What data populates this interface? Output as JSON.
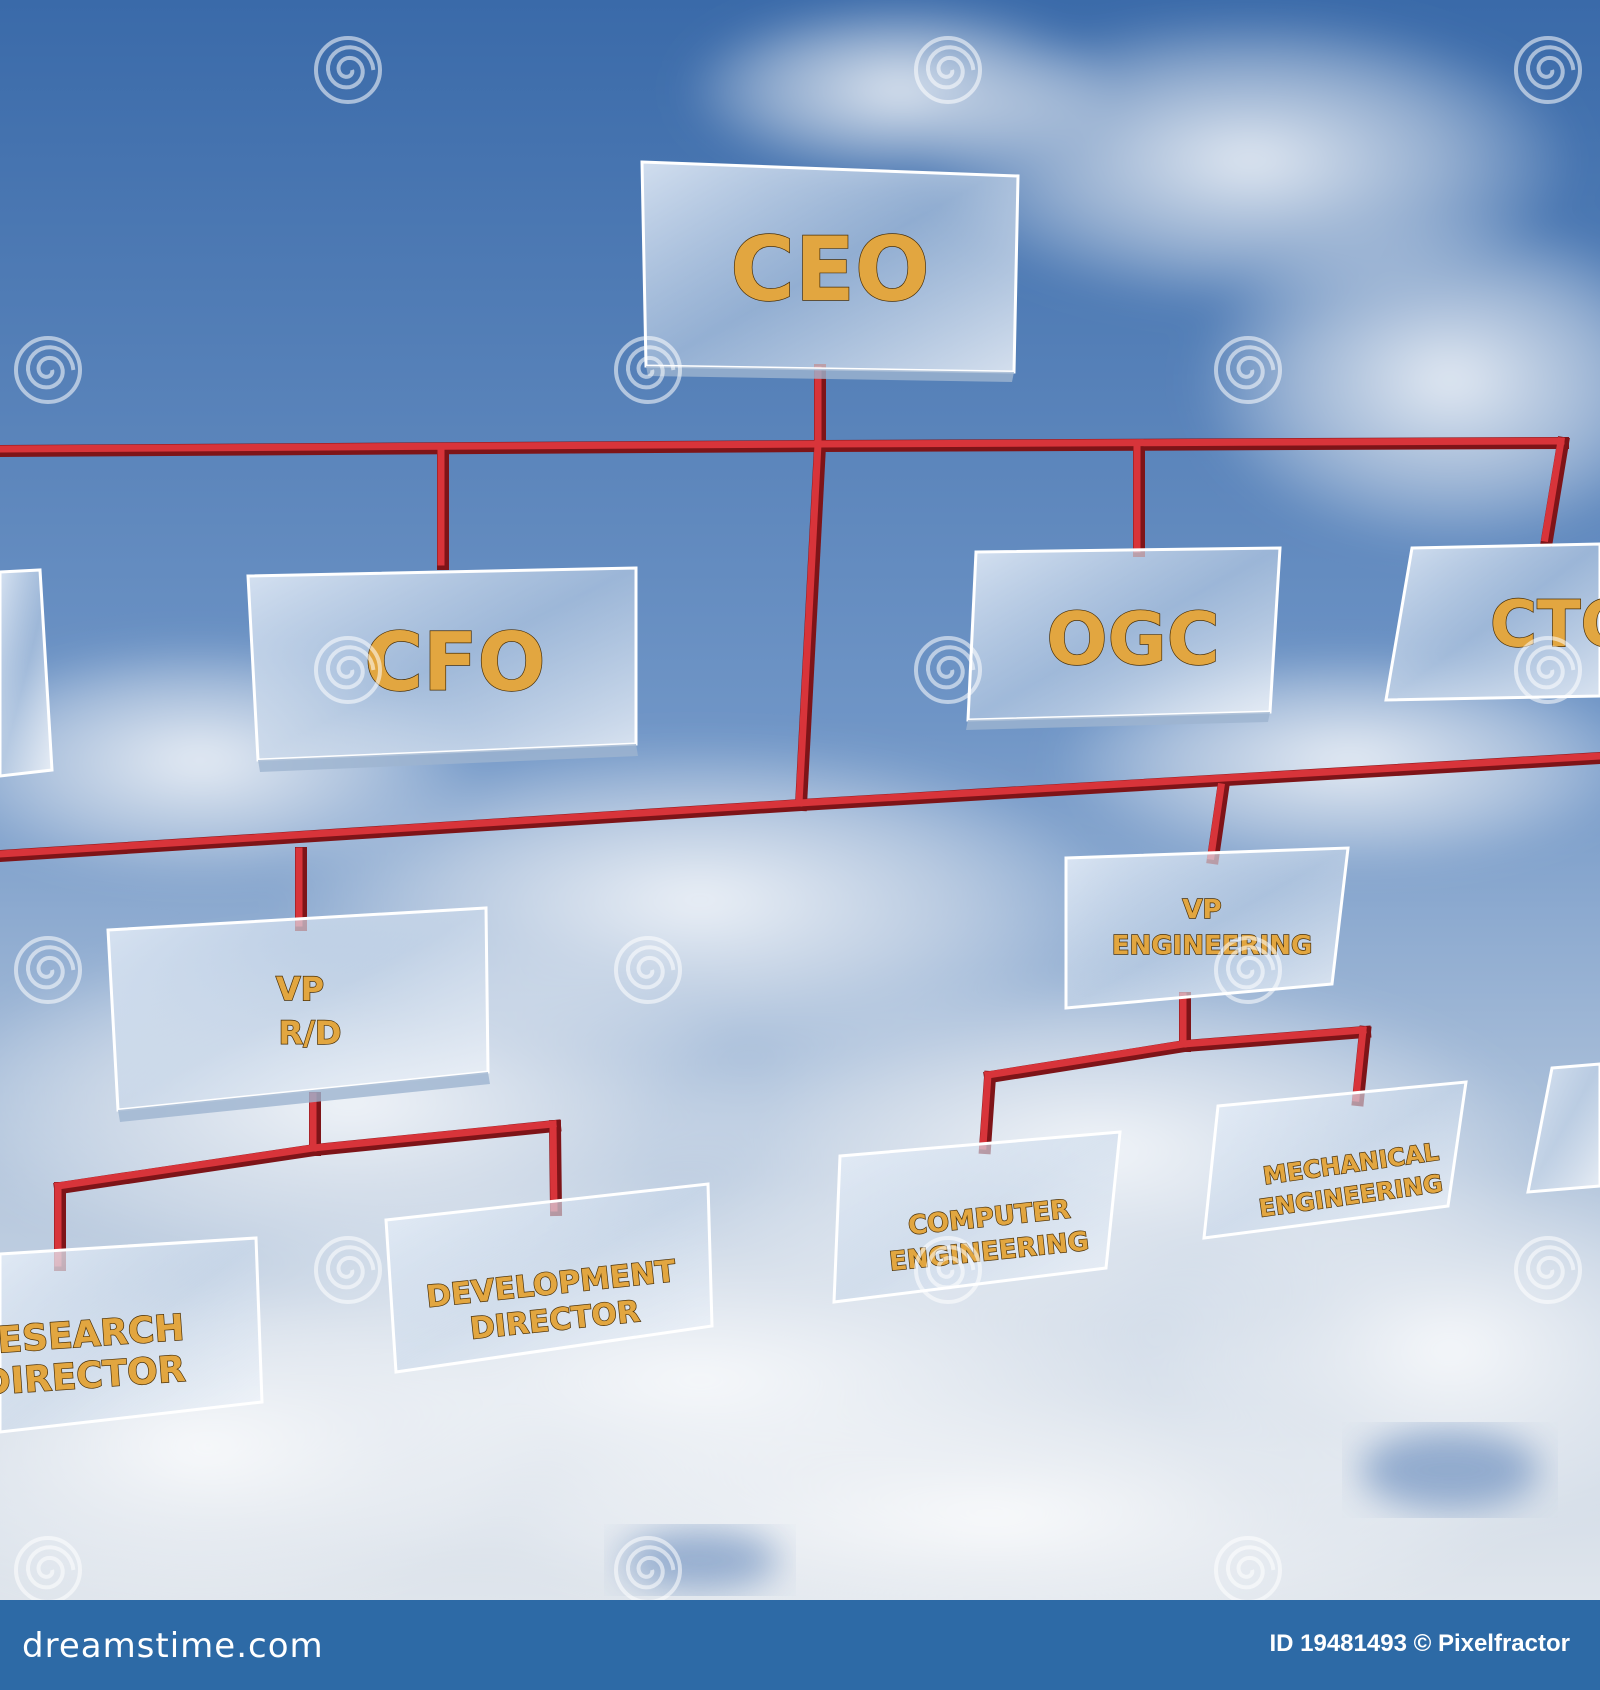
{
  "colors": {
    "sky_top": "#3b6cab",
    "sky_mid": "#7ea3cf",
    "connector": "#c0272c",
    "label_gold": "#e2a640",
    "footer_bg": "#2d6aa6"
  },
  "org_chart": {
    "top": {
      "id": "ceo",
      "label": "CEO"
    },
    "level2": [
      {
        "id": "left",
        "label": ""
      },
      {
        "id": "cfo",
        "label": "CFO"
      },
      {
        "id": "ogc",
        "label": "OGC"
      },
      {
        "id": "cto",
        "label": "CTO"
      }
    ],
    "level3": [
      {
        "id": "vp-rd",
        "lines": [
          "VP",
          "R/D"
        ]
      },
      {
        "id": "vp-eng",
        "lines": [
          "VP",
          "ENGINEERING"
        ]
      }
    ],
    "level4": [
      {
        "id": "research-director",
        "lines": [
          "RESEARCH",
          "DIRECTOR"
        ]
      },
      {
        "id": "development-director",
        "lines": [
          "DEVELOPMENT",
          "DIRECTOR"
        ]
      },
      {
        "id": "computer-engineering",
        "lines": [
          "COMPUTER",
          "ENGINEERING"
        ]
      },
      {
        "id": "mechanical-engineering",
        "lines": [
          "MECHANICAL",
          "ENGINEERING"
        ]
      },
      {
        "id": "right-cut",
        "lines": []
      }
    ]
  },
  "watermark": {
    "icon": "spiral-watermark-icon",
    "text": "dreamstime"
  },
  "footer": {
    "site": "dreamstime.com",
    "id_credit": "ID 19481493 © Pixelfractor"
  }
}
